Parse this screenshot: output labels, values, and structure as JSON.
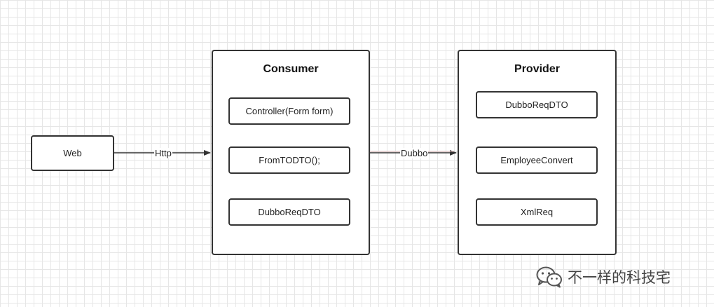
{
  "nodes": {
    "web": "Web",
    "consumer_title": "Consumer",
    "provider_title": "Provider",
    "controller": "Controller(Form form)",
    "fromtodto": "FromTODTO();",
    "consumer_dubbo_dto": "DubboReqDTO",
    "provider_dubbo_dto": "DubboReqDTO",
    "employee_convert": "EmployeeConvert",
    "xml_req": "XmlReq"
  },
  "edges": {
    "http": "Http",
    "dubbo": "Dubbo"
  },
  "watermark": {
    "text": "不一样的科技宅",
    "icon": "wechat-icon"
  },
  "colors": {
    "stroke": "#333333",
    "dubbo_line": "#c9a0a0"
  }
}
